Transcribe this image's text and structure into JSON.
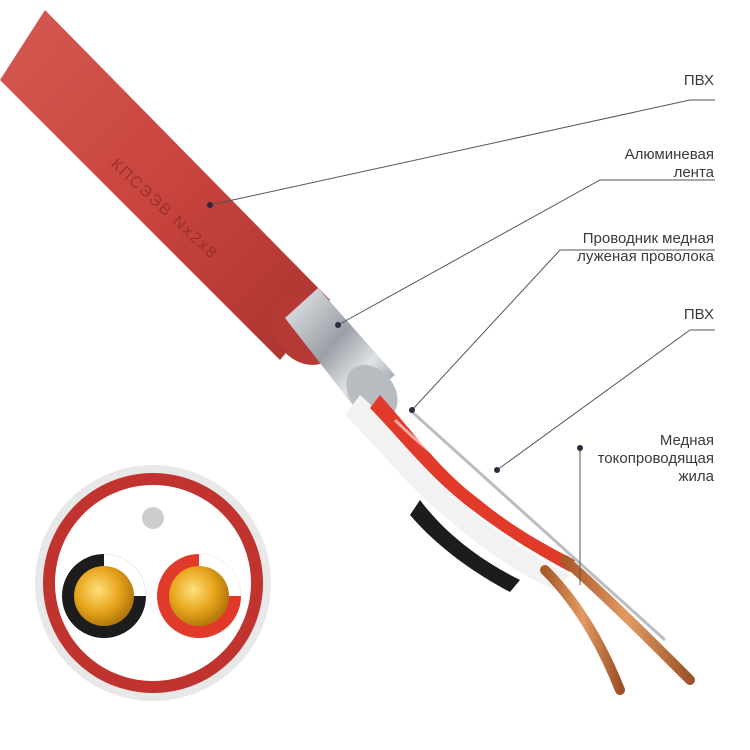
{
  "diagram": {
    "cable_marking": "КПСЭЭВ  Nx2x8",
    "colors": {
      "jacket": "#cc4540",
      "jacket_dark": "#a8302c",
      "foil": "#c9cdd2",
      "copper": "#c9773d",
      "gold": "#e0a21c",
      "insulation_red": "#e23a2a",
      "insulation_black": "#1c1c1c",
      "insulation_white": "#f4f4f4",
      "leader_line": "#555555",
      "dot": "#2b2b40"
    },
    "callouts": [
      {
        "id": "pvc-jacket",
        "lines": [
          "ПВХ"
        ]
      },
      {
        "id": "aluminum-foil",
        "lines": [
          "Алюминевая",
          "лента"
        ]
      },
      {
        "id": "drain-wire",
        "lines": [
          "Проводник медная",
          "луженая проволока"
        ]
      },
      {
        "id": "pvc-insulation",
        "lines": [
          "ПВХ"
        ]
      },
      {
        "id": "copper-conductor",
        "lines": [
          "Медная",
          "токопроводящая",
          "жила"
        ]
      }
    ]
  }
}
